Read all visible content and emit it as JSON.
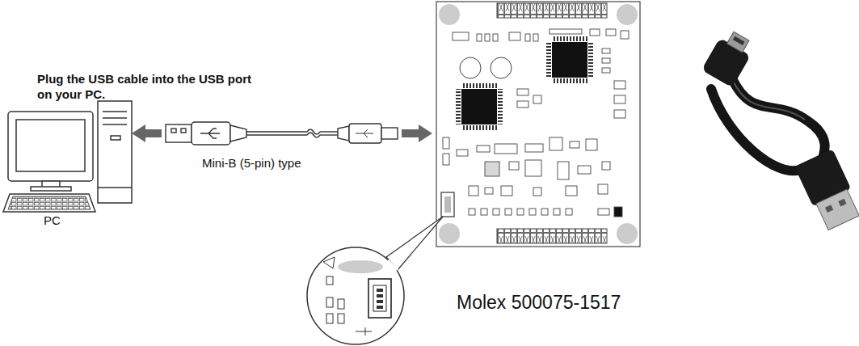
{
  "diagram": {
    "labels": [
      "Plug the USB cable into the USB port on your PC.",
      "PC",
      "Mini-B (5-pin) type",
      "Molex 500075-1517"
    ]
  }
}
